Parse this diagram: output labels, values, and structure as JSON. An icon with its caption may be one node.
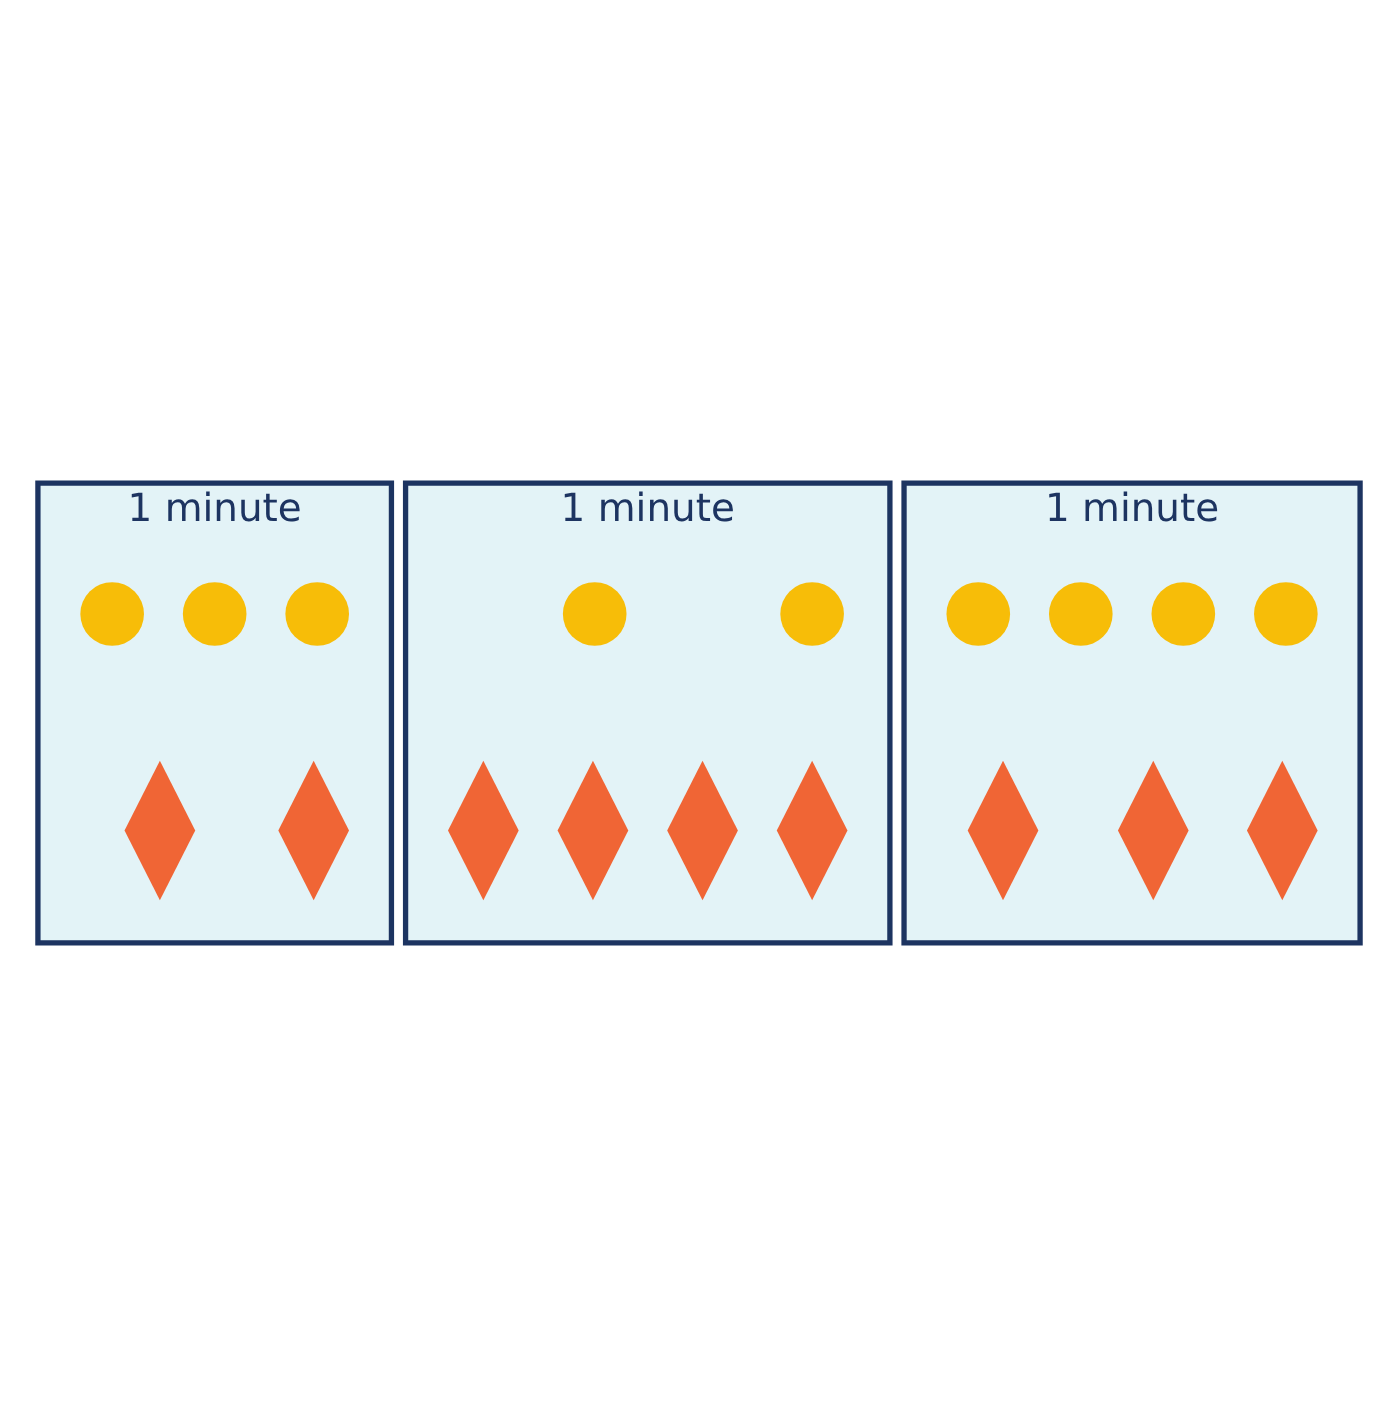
{
  "diagram": {
    "nodes": [
      {
        "text": [
          "1 minute"
        ]
      },
      {
        "text": [],
        "shape": "circle",
        "in": 0
      },
      {
        "text": [],
        "shape": "circle",
        "in": 0
      },
      {
        "text": [],
        "shape": "circle",
        "in": 0
      },
      {
        "text": [],
        "shape": "diamond",
        "in": 0
      },
      {
        "text": [],
        "shape": "diamond",
        "in": 0
      },
      {
        "text": [
          "1 minute"
        ]
      },
      {
        "text": [],
        "shape": "circle",
        "in": 6
      },
      {
        "text": [],
        "shape": "circle",
        "in": 6
      },
      {
        "text": [],
        "shape": "diamond",
        "in": 6
      },
      {
        "text": [],
        "shape": "diamond",
        "in": 6
      },
      {
        "text": [],
        "shape": "diamond",
        "in": 6
      },
      {
        "text": [],
        "shape": "diamond",
        "in": 6
      },
      {
        "text": [
          "1 minute"
        ]
      },
      {
        "text": [],
        "shape": "circle",
        "in": 13
      },
      {
        "text": [],
        "shape": "circle",
        "in": 13
      },
      {
        "text": [],
        "shape": "circle",
        "in": 13
      },
      {
        "text": [],
        "shape": "circle",
        "in": 13
      },
      {
        "text": [],
        "shape": "diamond",
        "in": 13
      },
      {
        "text": [],
        "shape": "diamond",
        "in": 13
      },
      {
        "text": [],
        "shape": "diamond",
        "in": 13
      }
    ]
  }
}
